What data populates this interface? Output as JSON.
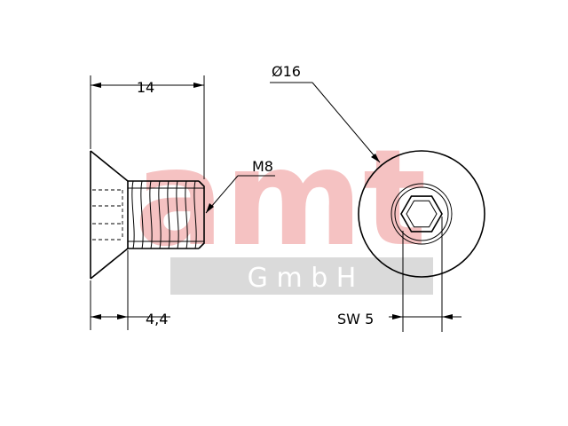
{
  "drawing": {
    "dimensions": {
      "length": "14",
      "thread": "M8",
      "head_height": "4,4",
      "head_diameter": "Ø16",
      "wrench_size": "SW 5"
    },
    "watermark": {
      "brand": "amt",
      "subtitle": "G m b H",
      "brand_color": "#f4b8b8",
      "band_color": "#d3d3d3"
    }
  }
}
